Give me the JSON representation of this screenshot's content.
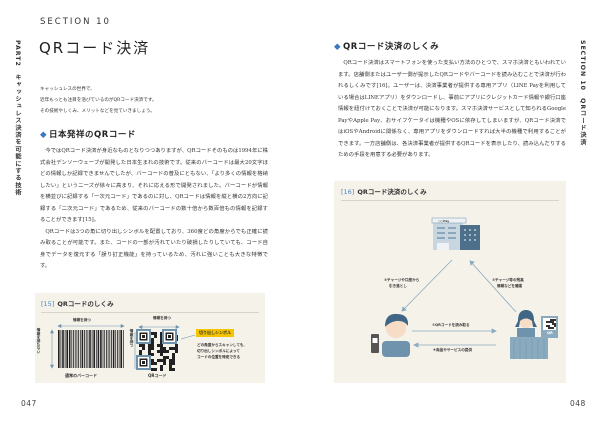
{
  "left_page": {
    "section": "SECTION 10",
    "title": "QRコード決済",
    "side_label": "PART2　キャッシュレス決済を可能にする技術",
    "intro": [
      "キャッシュレスの世界で、",
      "近年もっとも注目を浴びているのがQRコード決済です。",
      "その技術やしくみ、メリットなどを見ていきましょう。"
    ],
    "heading": "日本発祥のQRコード",
    "paragraphs": [
      "今ではQRコード決済が身近なものとなりつつありますが、QRコードそのものは1994年に株式会社デンソーウェーブが開発した日本生まれの技術です。従来のバーコードは最大20文字ほどの情報しか記録できませんでしたが、バーコードの普及にともない、「より多くの情報を格納したい」というニーズが徐々に高まり、それに応える形で開発されました。バーコードが情報を横並びに記録する「一次元コード」であるのに対し、QRコードは情報を縦と横の2方向に記録する「二次元コード」であるため、従来のバーコードの数十倍から数百倍もの情報を記録することができます[15]。",
      "QRコードは3つの角に切り出しシンボルを配置しており、360度どの角度からでも正確に読み取ることが可能です。また、コードの一部が汚れていたり破損したりしていても、コード自身でデータを復元する「誤り訂正機能」を持っているため、汚れに強いことも大きな特徴です。"
    ],
    "figure": {
      "number": "[15]",
      "title": "QRコードのしくみ",
      "barcode_has_info": "情報を持つ",
      "barcode_no_info": "情報を持たない",
      "barcode_label": "通常のバーコード",
      "qr_has_info_h": "情報を持つ",
      "qr_has_info_v": "情報を持つ",
      "qr_label": "QRコード",
      "finder_tag": "切り出しシンボル",
      "finder_desc": [
        "どの角度からスキャンしても、",
        "切り出しシンボルによって",
        "コードの位置を特定できる"
      ]
    },
    "page_number": "047"
  },
  "right_page": {
    "side_label": "SECTION 10　QRコード決済",
    "heading": "QRコード決済のしくみ",
    "paragraph": "QRコード決済はスマートフォンを使った支払い方法のひとつで、スマホ決済ともいわれています。店舗側またはユーザー側が提示したQRコードやバーコードを読み込むことで決済が行われるしくみです[16]。ユーザーは、決済事業者が提供する専用アプリ（LINE Payを利用している場合はLINEアプリ）をダウンロードし、事前にアプリにクレジットカード情報や銀行口座情報を紐付けておくことで決済が可能になります。スマホ決済サービスとして知られるGoogle PayやApple Pay、おサイフケータイは機種やOSに依存してしまいますが、QRコード決済ではiOSやAndroidに関係なく、専用アプリをダウンロードすれば大半の機種で利用することができます。一方店舗側は、各決済事業者が提供するQRコードを表示したり、読み込んだりするための手段を用意する必要があります。",
    "figure": {
      "number": "[16]",
      "title": "QRコード決済のしくみ",
      "building_sign": "○○Pay",
      "step3": [
        "③チャージや口座から",
        "引き落とし"
      ],
      "step2": [
        "②チャージ等の残高",
        "情報などを確認"
      ],
      "step1": "①QRコードを読み取る",
      "step4": "④商品やサービスの提供",
      "qr_stand": "QR"
    },
    "page_number": "048"
  },
  "colors": {
    "accent": "#3c78c0",
    "figure_bg": "#f5f2ea",
    "highlight": "#f5c400",
    "diagram_blue": "#6f93ad"
  }
}
